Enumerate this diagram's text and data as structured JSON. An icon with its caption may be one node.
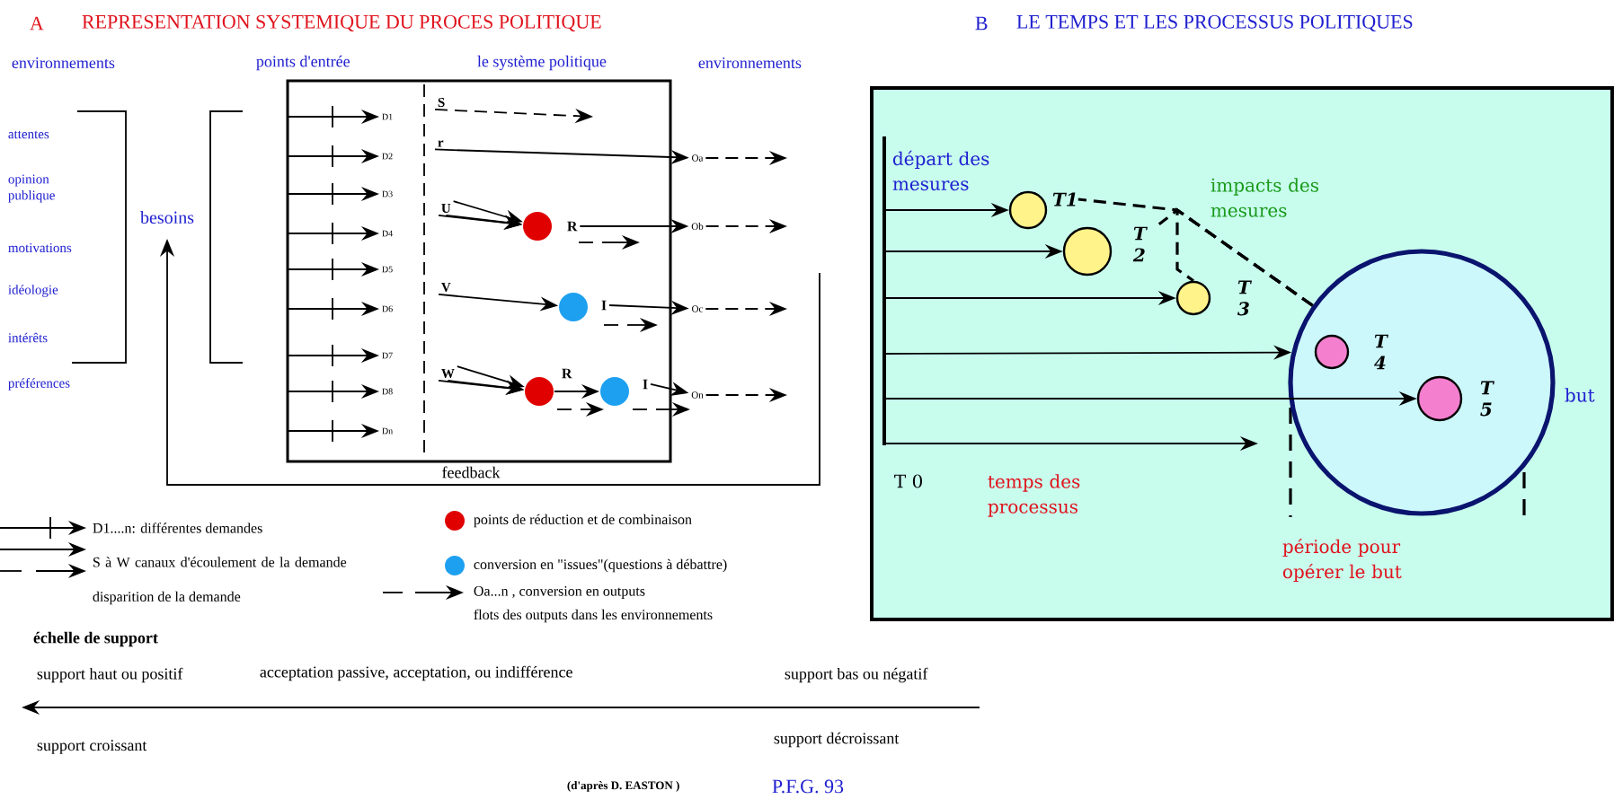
{
  "diagram": {
    "nodes": [
      {
        "text": [],
        "shape": "box"
      },
      {
        "text": [],
        "shape": "circle",
        "beside": [
          "R"
        ],
        "in": 0
      },
      {
        "text": [],
        "shape": "circle",
        "beside": [
          "I"
        ],
        "in": 0
      },
      {
        "text": [],
        "shape": "circle",
        "beside": [
          "R"
        ],
        "in": 0
      },
      {
        "text": [],
        "shape": "circle",
        "beside": [
          "I"
        ],
        "in": 0
      },
      {
        "text": [
          "Oa"
        ]
      },
      {
        "text": [
          "Ob"
        ]
      },
      {
        "text": [
          "Oc"
        ]
      },
      {
        "text": [
          "On"
        ]
      },
      {
        "text": [
          "besoins"
        ]
      },
      {
        "text": [],
        "shape": "circle",
        "beside": [
          "T1"
        ]
      },
      {
        "text": [],
        "shape": "circle",
        "beside": [
          "T 2"
        ]
      },
      {
        "text": [],
        "shape": "circle",
        "beside": [
          "T 3"
        ]
      },
      {
        "text": [],
        "shape": "circle"
      },
      {
        "text": [],
        "shape": "circle",
        "beside": [
          "T 4"
        ],
        "in": 13
      },
      {
        "text": [],
        "shape": "circle",
        "beside": [
          "T 5"
        ],
        "in": 13
      },
      {
        "text": [
          "S"
        ],
        "in": 0
      },
      {
        "text": [
          "r"
        ],
        "in": 0
      },
      {
        "text": [
          "U"
        ],
        "in": 0
      },
      {
        "text": [
          "V"
        ],
        "in": 0
      },
      {
        "text": [
          "W"
        ],
        "in": 0
      },
      {
        "text": [
          "D1"
        ],
        "in": 0
      },
      {
        "text": [
          "D2"
        ],
        "in": 0
      },
      {
        "text": [
          "D3"
        ],
        "in": 0
      },
      {
        "text": [
          "D4"
        ],
        "in": 0
      },
      {
        "text": [
          "D5"
        ],
        "in": 0
      },
      {
        "text": [
          "D6"
        ],
        "in": 0
      },
      {
        "text": [
          "D7"
        ],
        "in": 0
      },
      {
        "text": [
          "D8"
        ],
        "in": 0
      },
      {
        "text": [
          "Dn"
        ],
        "in": 0
      }
    ],
    "edges": [
      {
        "from": 18,
        "to": 1,
        "arrow": "to"
      },
      {
        "from": 18,
        "to": 1,
        "arrow": "to"
      },
      {
        "from": 18,
        "to": 1,
        "arrow": "to"
      },
      {
        "from": 1,
        "to": 6,
        "arrow": "to"
      },
      {
        "from": 19,
        "to": 2,
        "arrow": "to"
      },
      {
        "from": 2,
        "to": 7,
        "arrow": "to"
      },
      {
        "from": 20,
        "to": 3,
        "arrow": "to"
      },
      {
        "from": 20,
        "to": 3,
        "arrow": "to"
      },
      {
        "from": 20,
        "to": 3,
        "arrow": "to"
      },
      {
        "from": 3,
        "to": 4,
        "arrow": "to"
      },
      {
        "from": 4,
        "to": 8,
        "arrow": "to"
      },
      {
        "from": 17,
        "to": 5,
        "arrow": "to"
      },
      {
        "from": 5,
        "to": null,
        "arrow": "to",
        "style": "dashed"
      },
      {
        "from": 6,
        "to": null,
        "arrow": "to",
        "style": "dashed"
      },
      {
        "from": 7,
        "to": null,
        "arrow": "to",
        "style": "dashed"
      },
      {
        "from": 8,
        "to": null,
        "arrow": "to",
        "style": "dashed"
      },
      {
        "from": null,
        "to": 9,
        "arrow": "to",
        "label": "feedback"
      },
      {
        "from": null,
        "to": 10,
        "arrow": "to"
      },
      {
        "from": null,
        "to": 11,
        "arrow": "to"
      },
      {
        "from": null,
        "to": 12,
        "arrow": "to"
      },
      {
        "from": null,
        "to": 13,
        "arrow": "to"
      },
      {
        "from": null,
        "to": 15,
        "arrow": "to"
      },
      {
        "from": 10,
        "to": 13,
        "arrow": "none",
        "style": "dashed"
      },
      {
        "from": 11,
        "to": 13,
        "arrow": "none",
        "style": "dashed"
      },
      {
        "from": 12,
        "to": 13,
        "arrow": "none",
        "style": "dashed"
      },
      {
        "from": 16,
        "to": null,
        "arrow": "to",
        "style": "dashed"
      },
      {
        "from": null,
        "to": 21,
        "arrow": "to"
      },
      {
        "from": null,
        "to": 22,
        "arrow": "to"
      },
      {
        "from": null,
        "to": 23,
        "arrow": "to"
      },
      {
        "from": null,
        "to": 24,
        "arrow": "to"
      },
      {
        "from": null,
        "to": 25,
        "arrow": "to"
      },
      {
        "from": null,
        "to": 26,
        "arrow": "to"
      },
      {
        "from": null,
        "to": 27,
        "arrow": "to"
      },
      {
        "from": null,
        "to": 28,
        "arrow": "to"
      },
      {
        "from": null,
        "to": 29,
        "arrow": "to"
      }
    ],
    "labels": [
      "A",
      "REPRESENTATION SYSTEMIQUE DU PROCES POLITIQUE",
      "B",
      "LE TEMPS ET LES PROCESSUS POLITIQUES",
      "environnements",
      "points d'entrée",
      "le système politique",
      "environnements",
      "attentes",
      "opinion publique",
      "motivations",
      "idéologie",
      "intérêts",
      "préférences",
      "échelle de support",
      "support haut ou positif",
      "acceptation passive, acceptation, ou indifférence",
      "support bas ou négatif",
      "support croissant",
      "support décroissant",
      "(d'après D. EASTON )",
      "P.F.G. 93",
      "départ des mesures",
      "impacts des mesures",
      "T 0",
      "temps des processus",
      "période pour opérer le but",
      "but"
    ],
    "legend": [
      {
        "text": "D1....n: différentes demandes"
      },
      {
        "text": "S à W canaux d'écoulement de la demande"
      },
      {
        "text": "disparition de la demande"
      },
      {
        "text": "points de réduction et de combinaison",
        "color": "#e00000"
      },
      {
        "text": "conversion en \"issues\"(questions à débattre)",
        "color": "#1ea0f0"
      },
      {
        "text": "Oa...n , conversion en outputs"
      },
      {
        "text": "flots des outputs dans les environnements"
      }
    ]
  }
}
